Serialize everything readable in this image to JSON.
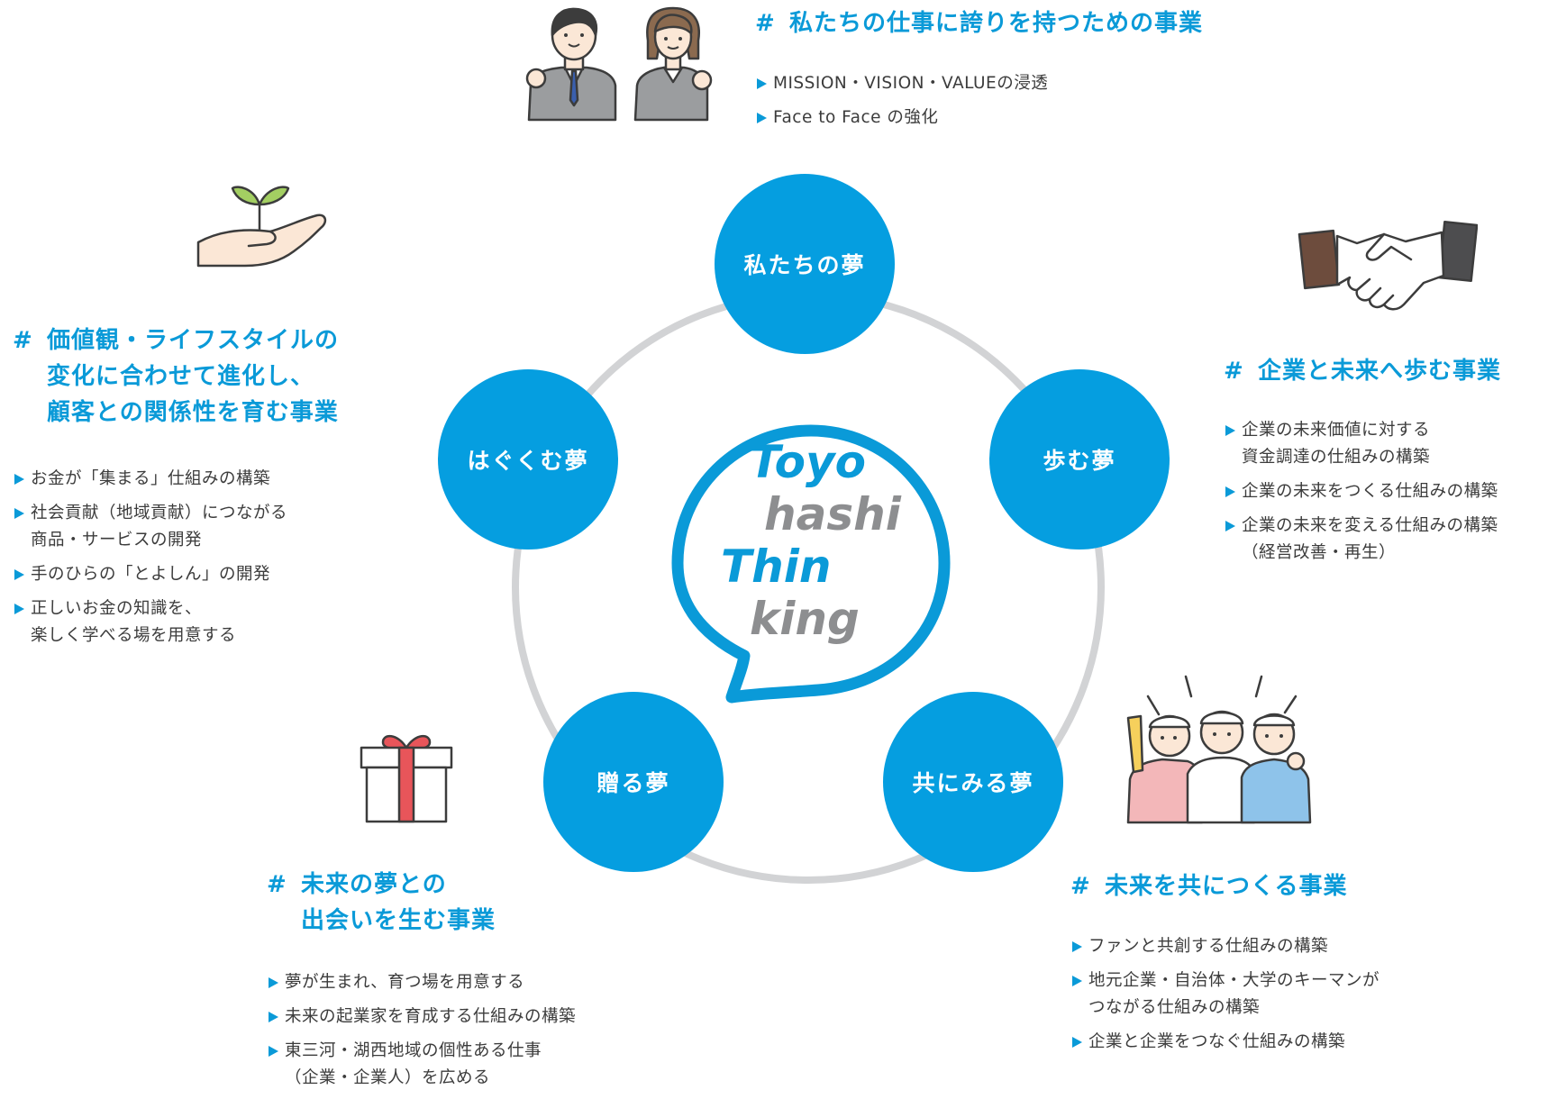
{
  "center": {
    "logo_lines": [
      "Toyo",
      "hashi",
      "Thin",
      "king"
    ],
    "logo_colors": [
      "#0a9ad8",
      "#8d8e90",
      "#0a9ad8",
      "#8d8e90"
    ]
  },
  "dreams": [
    {
      "key": "watashitachi",
      "label": "私たちの夢"
    },
    {
      "key": "ayumu",
      "label": "歩む夢"
    },
    {
      "key": "tomonimiru",
      "label": "共にみる夢"
    },
    {
      "key": "okuru",
      "label": "贈る夢"
    },
    {
      "key": "hagukumu",
      "label": "はぐくむ夢"
    }
  ],
  "sections": {
    "pride": {
      "heading_lines": [
        "私たちの仕事に誇りを持つための事業"
      ],
      "items": [
        [
          "MISSION・VISION・VALUEの浸透"
        ],
        [
          "Face to Face の強化"
        ]
      ]
    },
    "future_company": {
      "heading_lines": [
        "企業と未来へ歩む事業"
      ],
      "items": [
        [
          "企業の未来価値に対する",
          "資金調達の仕組みの構築"
        ],
        [
          "企業の未来をつくる仕組みの構築"
        ],
        [
          "企業の未来を変える仕組みの構築",
          "（経営改善・再生）"
        ]
      ]
    },
    "co_create": {
      "heading_lines": [
        "未来を共につくる事業"
      ],
      "items": [
        [
          "ファンと共創する仕組みの構築"
        ],
        [
          "地元企業・自治体・大学のキーマンが",
          "つながる仕組みの構築"
        ],
        [
          "企業と企業をつなぐ仕組みの構築"
        ]
      ]
    },
    "encounter": {
      "heading_lines": [
        "未来の夢との",
        "出会いを生む事業"
      ],
      "items": [
        [
          "夢が生まれ、育つ場を用意する"
        ],
        [
          "未来の起業家を育成する仕組みの構築"
        ],
        [
          "東三河・湖西地域の個性ある仕事",
          "（企業・企業人）を広める"
        ]
      ]
    },
    "nurture": {
      "heading_lines": [
        "価値観・ライフスタイルの",
        "変化に合わせて進化し、",
        "顧客との関係性を育む事業"
      ],
      "items": [
        [
          "お金が「集まる」仕組みの構築"
        ],
        [
          "社会貢献（地域貢献）につながる",
          "商品・サービスの開発"
        ],
        [
          "手のひらの「とよしん」の開発"
        ],
        [
          "正しいお金の知識を、",
          "楽しく学べる場を用意する"
        ]
      ]
    }
  },
  "hash_symbol": "#",
  "colors": {
    "accent": "#0a9ad8",
    "circle": "#059ee0",
    "ring": "#d2d3d5",
    "logo_gray": "#8d8e90",
    "text": "#3c3c3c"
  }
}
